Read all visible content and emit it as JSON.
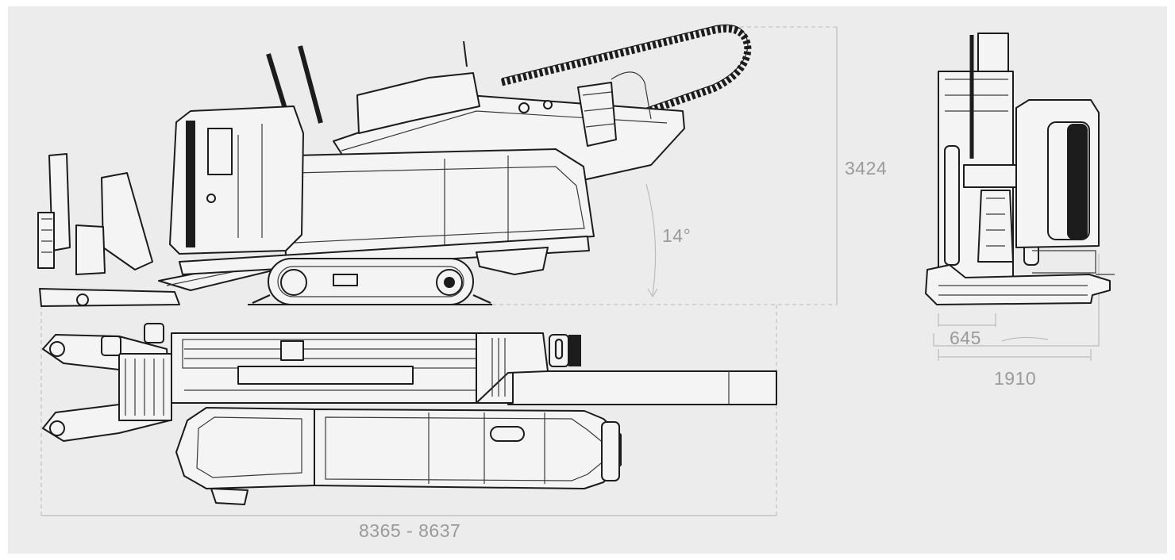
{
  "diagram": {
    "dimensions": {
      "height": "3424",
      "angle": "14°",
      "width_left": "645",
      "width_total": "1910",
      "length": "8365 - 8637"
    },
    "colors": {
      "background": "#ececec",
      "line": "#1c1c1c",
      "dimension_text": "#9a9a9a",
      "dimension_line": "#bcbcbc"
    }
  }
}
